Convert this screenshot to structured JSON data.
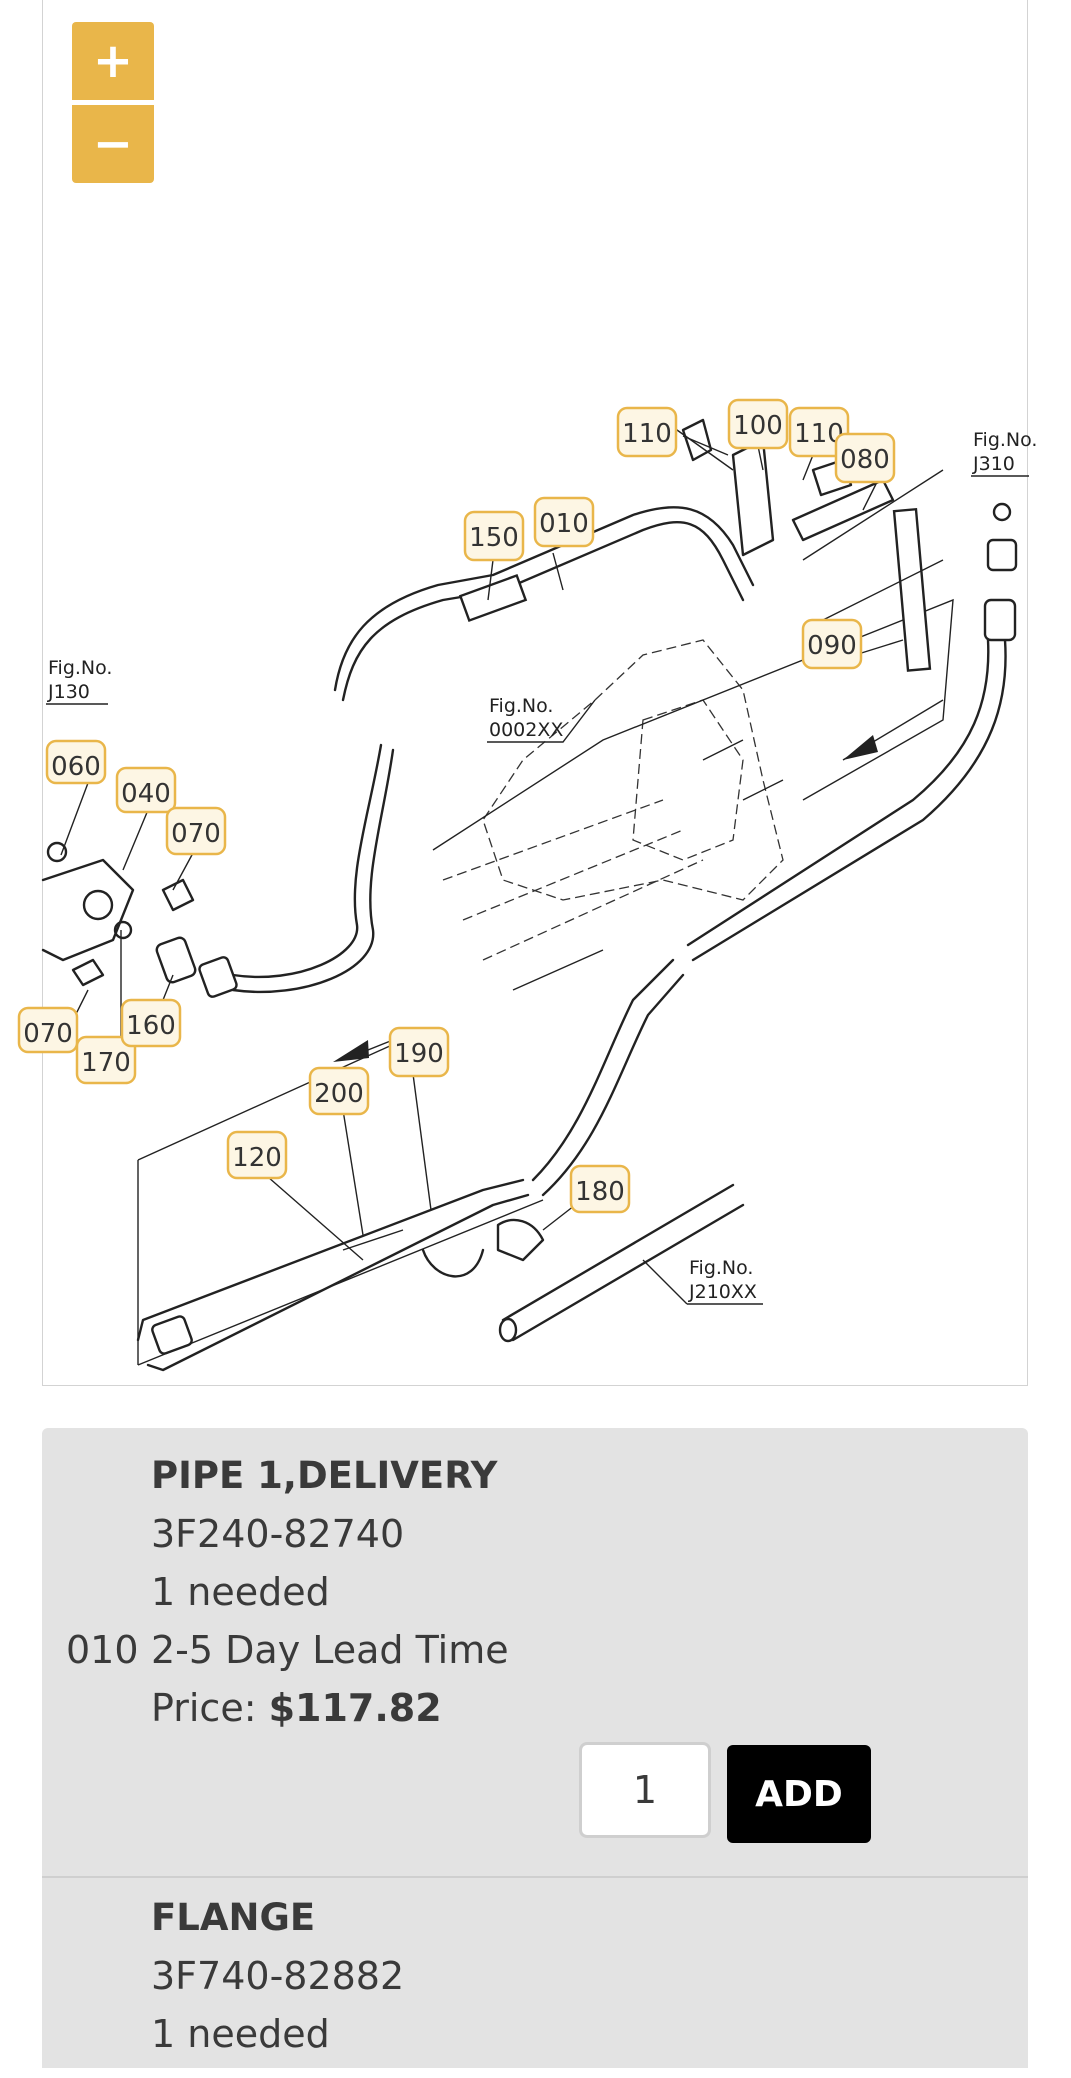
{
  "diagram": {
    "zoom_in_label": "+",
    "zoom_out_label": "−",
    "callouts": [
      "110",
      "100",
      "110",
      "080",
      "150",
      "010",
      "090",
      "060",
      "040",
      "070",
      "070",
      "170",
      "160",
      "190",
      "200",
      "120",
      "180"
    ],
    "figure_refs": {
      "j310": [
        "Fig.No.",
        "J310"
      ],
      "j130": [
        "Fig.No.",
        "J130"
      ],
      "0002xx": [
        "Fig.No.",
        "0002XX"
      ],
      "j210xx": [
        "Fig.No.",
        "J210XX"
      ]
    }
  },
  "parts": [
    {
      "ref": "010",
      "name": "PIPE 1,DELIVERY",
      "part_number": "3F240-82740",
      "needed": "1 needed",
      "lead_time": "2-5 Day Lead Time",
      "price_label": "Price: ",
      "price": "$117.82",
      "qty": "1",
      "add_label": "ADD"
    },
    {
      "name": "FLANGE",
      "part_number": "3F740-82882",
      "needed": "1 needed"
    }
  ],
  "colors": {
    "accent": "#e9b64a",
    "add_button": "#000000",
    "list_background": "#e3e3e3"
  }
}
